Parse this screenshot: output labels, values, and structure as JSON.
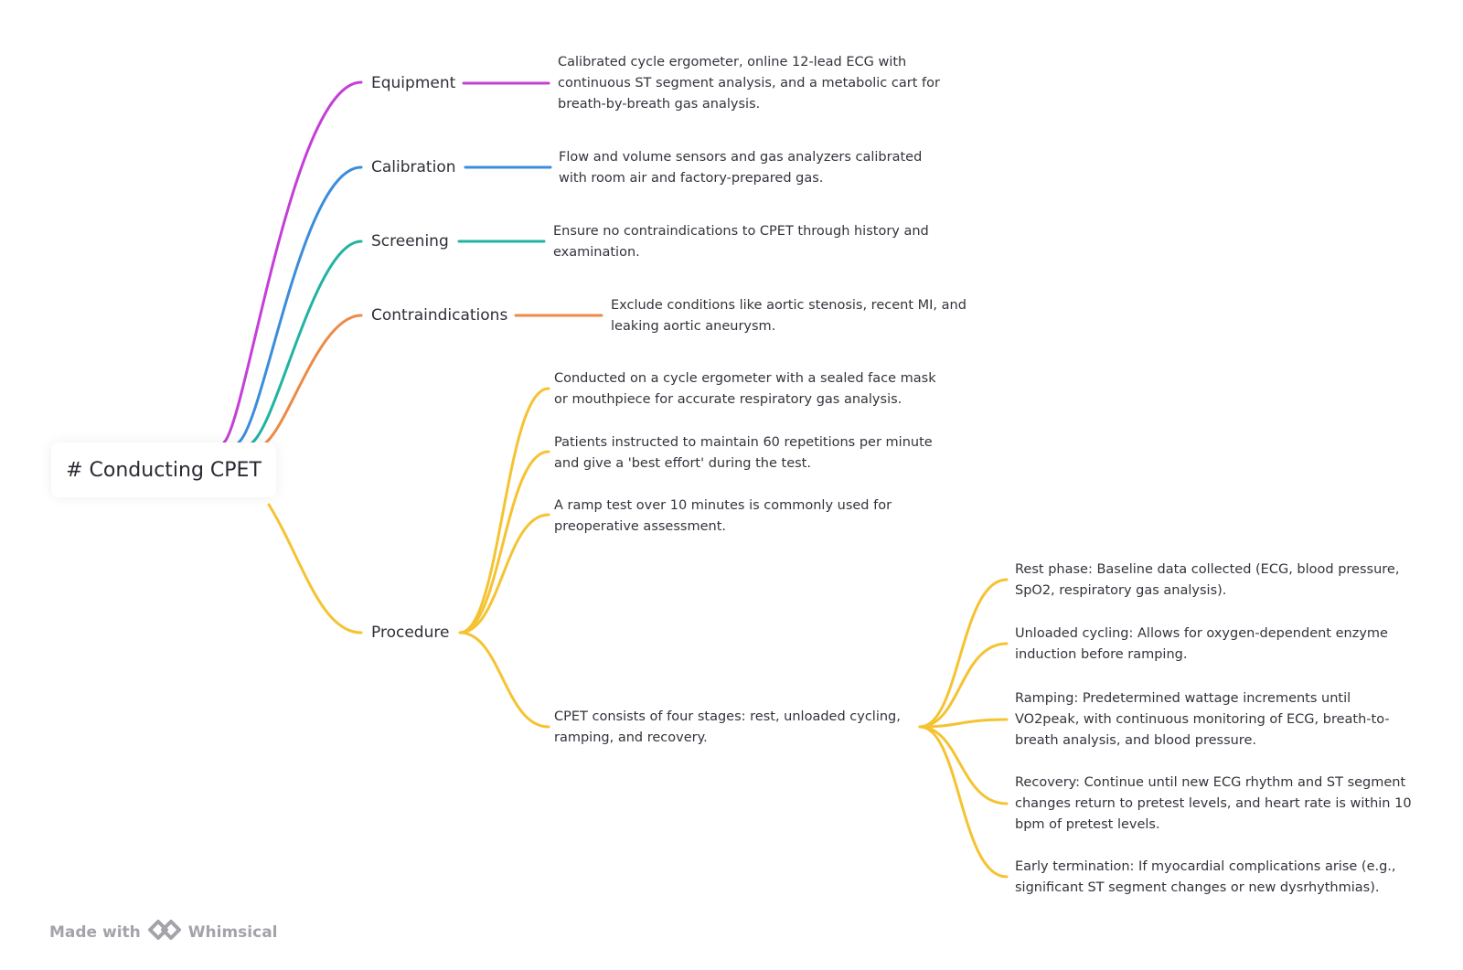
{
  "root": {
    "title": "# Conducting CPET"
  },
  "colors": {
    "equipment": "#c43fd6",
    "calibration": "#3b8ddc",
    "screening": "#22b3a2",
    "contraindications": "#ec8a46",
    "procedure": "#f5c332"
  },
  "branches": [
    {
      "label": "Equipment",
      "details": [
        "Calibrated cycle ergometer, online 12-lead ECG with continuous ST segment analysis, and a metabolic cart for breath-by-breath gas analysis."
      ]
    },
    {
      "label": "Calibration",
      "details": [
        "Flow and volume sensors and gas analyzers calibrated with room air and factory-prepared gas."
      ]
    },
    {
      "label": "Screening",
      "details": [
        "Ensure no contraindications to CPET through history and examination."
      ]
    },
    {
      "label": "Contraindications",
      "details": [
        "Exclude conditions like aortic stenosis, recent MI, and leaking aortic aneurysm."
      ]
    },
    {
      "label": "Procedure",
      "details": [
        "Conducted on a cycle ergometer with a sealed face mask or mouthpiece for accurate respiratory gas analysis.",
        "Patients instructed to maintain 60 repetitions per minute and give a 'best effort' during the test.",
        "A ramp test over 10 minutes is commonly used for preoperative assessment.",
        "CPET consists of four stages: rest, unloaded cycling, ramping, and recovery."
      ],
      "stages": [
        "Rest phase: Baseline data collected (ECG, blood pressure, SpO2, respiratory gas analysis).",
        "Unloaded cycling: Allows for oxygen-dependent enzyme induction before ramping.",
        "Ramping: Predetermined wattage increments until VO2peak, with continuous monitoring of ECG, breath-to-breath analysis, and blood pressure.",
        "Recovery: Continue until new ECG rhythm and ST segment changes return to pretest levels, and heart rate is within 10 bpm of pretest levels.",
        "Early termination: If myocardial complications arise (e.g., significant ST segment changes or new dysrhythmias)."
      ]
    }
  ],
  "footer": {
    "made_with": "Made with",
    "brand": "Whimsical"
  }
}
